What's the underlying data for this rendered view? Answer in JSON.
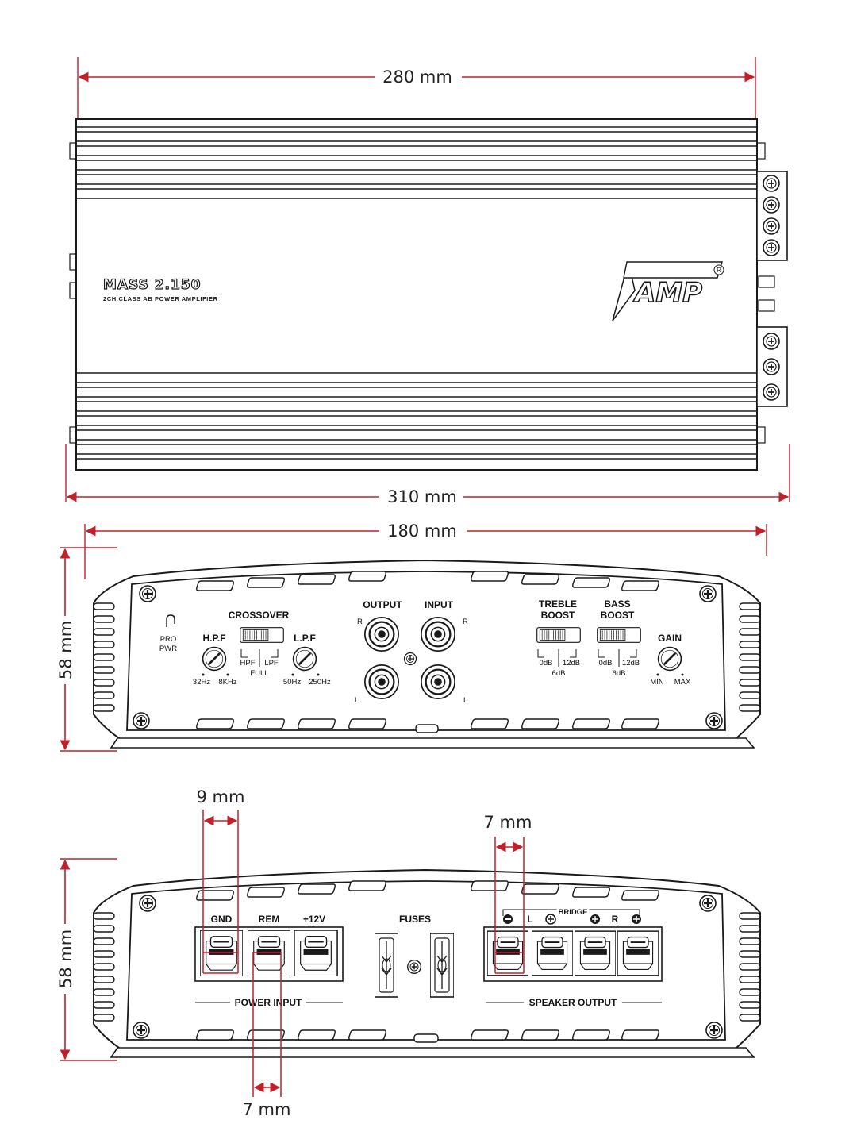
{
  "dimensions": {
    "top_length": "280 mm",
    "total_length": "310 mm",
    "front_width": "180 mm",
    "front_height": "58 mm",
    "rear_height": "58 mm",
    "gnd_terminal": "9 mm",
    "speaker_terminal": "7 mm",
    "rem_terminal": "7 mm"
  },
  "top_view": {
    "model": "MASS 2.150",
    "subtitle": "2CH CLASS AB POWER AMPLIFIER",
    "brand": "AMP",
    "registered": "R"
  },
  "front_panel": {
    "pro_pwr": [
      "PRO",
      "PWR"
    ],
    "crossover": "CROSSOVER",
    "hpf_switch": "HPF",
    "lpf_switch": "LPF",
    "full": "FULL",
    "hpf_knob": "H.P.F",
    "hpf_min": "32Hz",
    "hpf_max": "8KHz",
    "lpf_knob": "L.P.F",
    "lpf_min": "50Hz",
    "lpf_max": "250Hz",
    "output": "OUTPUT",
    "input": "INPUT",
    "right": "R",
    "left": "L",
    "treble_boost": [
      "TREBLE",
      "BOOST"
    ],
    "bass_boost": [
      "BASS",
      "BOOST"
    ],
    "db0": "0dB",
    "db6": "6dB",
    "db12": "12dB",
    "gain": "GAIN",
    "gain_min": "MIN",
    "gain_max": "MAX"
  },
  "rear_panel": {
    "gnd": "GND",
    "rem": "REM",
    "plus12v": "+12V",
    "fuses": "FUSES",
    "power_input": "POWER INPUT",
    "bridge": "BRIDGE",
    "left": "L",
    "right": "R",
    "speaker_output": "SPEAKER OUTPUT"
  },
  "colors": {
    "dimension_line": "#c0202a",
    "outline": "#1a1a1a"
  }
}
